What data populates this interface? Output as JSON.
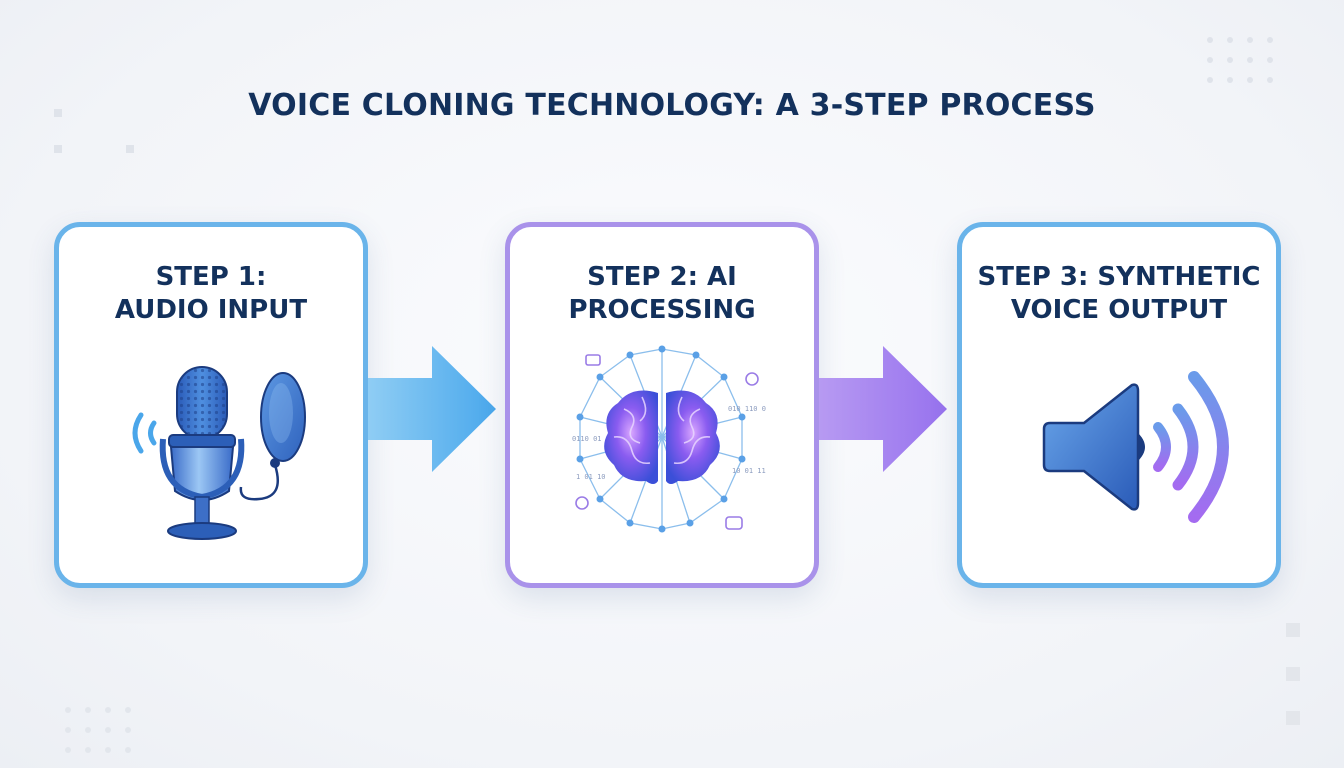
{
  "title": "VOICE CLONING TECHNOLOGY: A 3-STEP PROCESS",
  "steps": [
    {
      "line1": "STEP 1:",
      "line2": "AUDIO INPUT",
      "icon": "microphone-icon"
    },
    {
      "line1": "STEP 2: AI",
      "line2": "PROCESSING",
      "icon": "brain-network-icon"
    },
    {
      "line1": "STEP 3: SYNTHETIC",
      "line2": "VOICE OUTPUT",
      "icon": "speaker-icon"
    }
  ],
  "colors": {
    "title": "#13315c",
    "card_border_blue": "#6ab4ea",
    "card_border_purple": "#a992ea",
    "arrow_blue": "#5cb6ee",
    "arrow_purple": "#a27ff0"
  }
}
